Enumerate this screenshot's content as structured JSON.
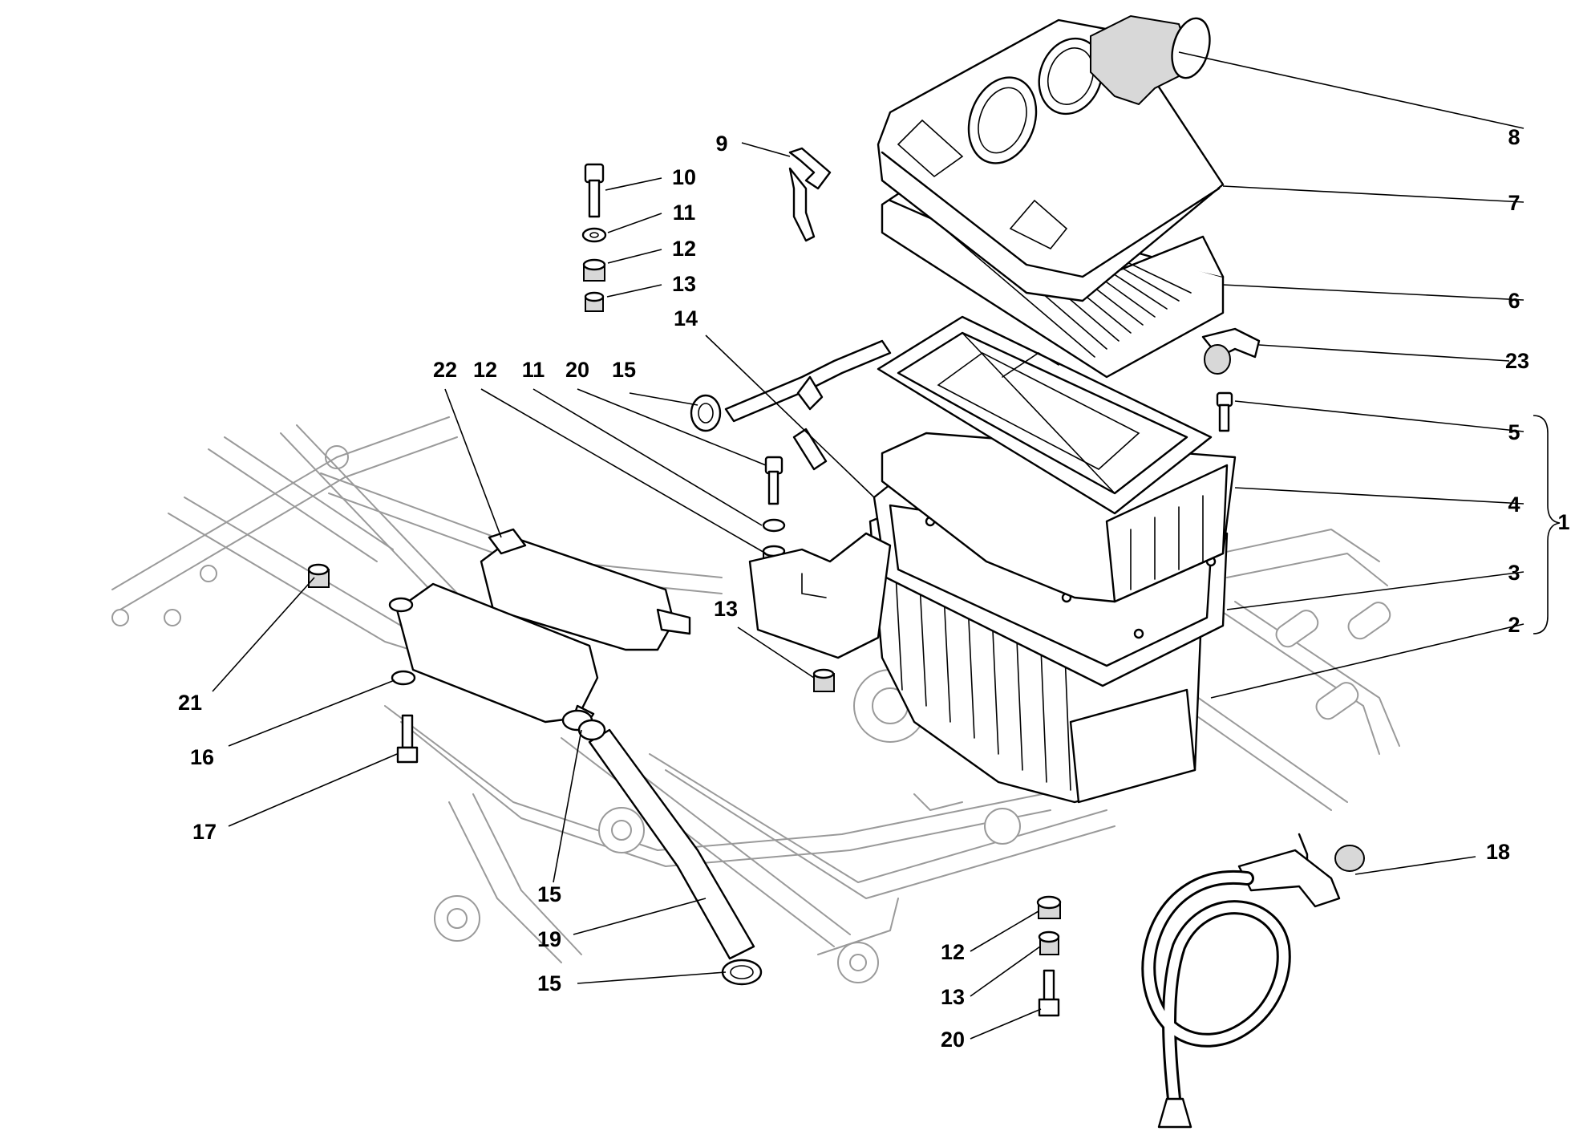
{
  "diagram": {
    "callouts": {
      "c1": "1",
      "c2": "2",
      "c3": "3",
      "c4": "4",
      "c5": "5",
      "c6": "6",
      "c7": "7",
      "c8": "8",
      "c9": "9",
      "c10": "10",
      "c11a": "11",
      "c11b": "11",
      "c12a": "12",
      "c12b": "12",
      "c12c": "12",
      "c13a": "13",
      "c13b": "13",
      "c13c": "13",
      "c14": "14",
      "c15a": "15",
      "c15b": "15",
      "c15c": "15",
      "c16": "16",
      "c17": "17",
      "c18": "18",
      "c19": "19",
      "c20a": "20",
      "c20b": "20",
      "c21": "21",
      "c22": "22",
      "c23": "23"
    }
  }
}
